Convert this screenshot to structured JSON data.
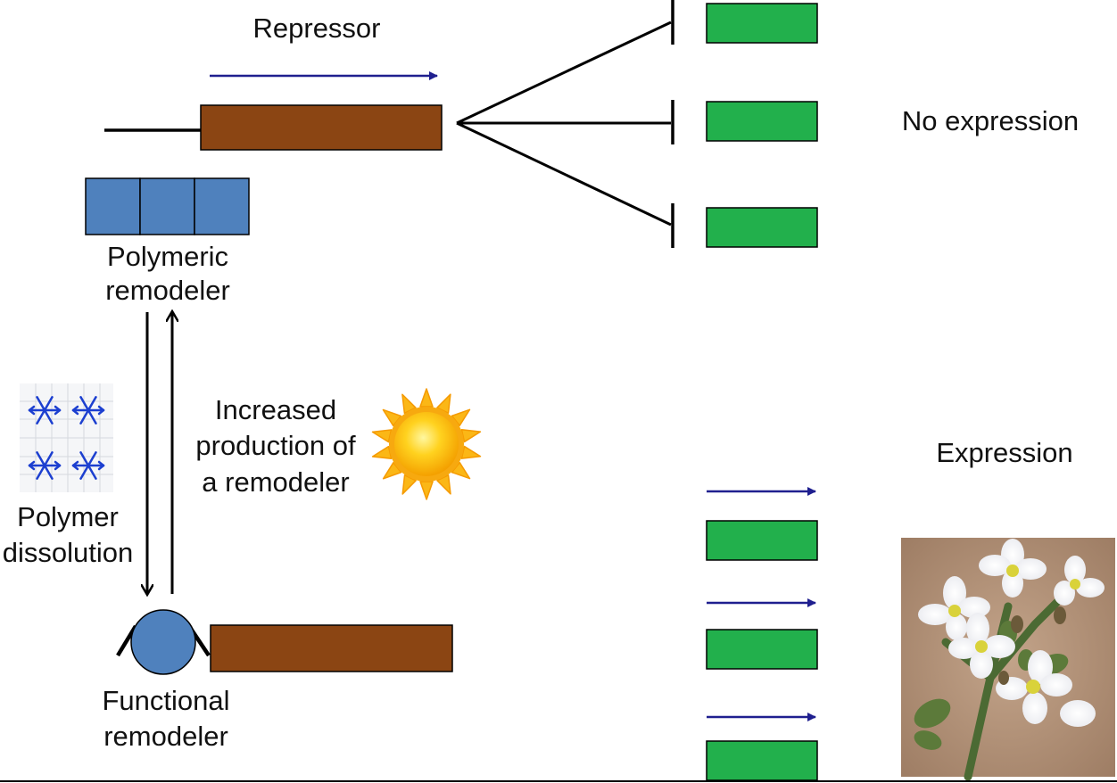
{
  "labels": {
    "repressor": "Repressor",
    "no_expression": "No expression",
    "polymeric_line1": "Polymeric",
    "polymeric_line2": "remodeler",
    "increased_line1": "Increased",
    "increased_line2": "production of",
    "increased_line3": "a remodeler",
    "polymer_line1": "Polymer",
    "polymer_line2": "dissolution",
    "expression": "Expression",
    "functional_line1": "Functional",
    "functional_line2": "remodeler"
  },
  "icons": {
    "snowflake": "snowflake-icon",
    "sun": "sun-icon",
    "flower": "flower-photo"
  },
  "colors": {
    "repressor_gene": "#8B4513",
    "target_gene": "#22B04C",
    "remodeler": "#4F81BD",
    "arrow_blue": "#1F1F8F",
    "black": "#000000"
  }
}
